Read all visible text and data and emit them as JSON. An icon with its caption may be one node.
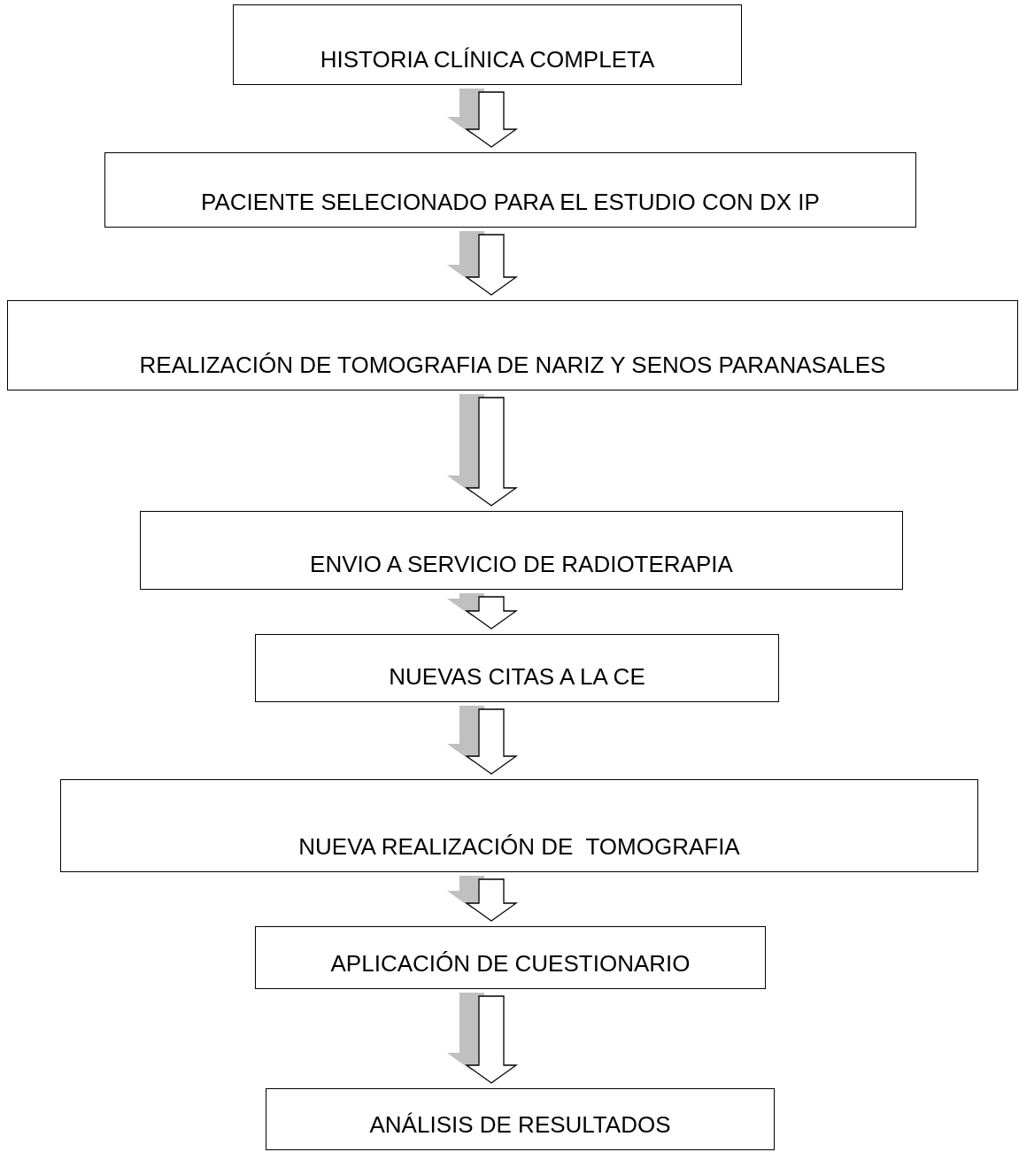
{
  "diagram": {
    "nodes": [
      {
        "text": [
          "HISTORIA CLÍNICA COMPLETA"
        ]
      },
      {
        "text": [
          "PACIENTE SELECIONADO PARA EL ESTUDIO CON DX IP"
        ]
      },
      {
        "text": [
          "REALIZACIÓN DE TOMOGRAFIA DE NARIZ Y SENOS PARANASALES"
        ]
      },
      {
        "text": [
          "ENVIO A SERVICIO DE RADIOTERAPIA"
        ]
      },
      {
        "text": [
          "NUEVAS CITAS A LA CE"
        ]
      },
      {
        "text": [
          "NUEVA REALIZACIÓN DE  TOMOGRAFIA"
        ]
      },
      {
        "text": [
          "APLICACIÓN DE CUESTIONARIO"
        ]
      },
      {
        "text": [
          "ANÁLISIS DE RESULTADOS"
        ]
      }
    ],
    "edges": [
      {
        "from": 0,
        "to": 1,
        "arrow": "to"
      },
      {
        "from": 1,
        "to": 2,
        "arrow": "to"
      },
      {
        "from": 2,
        "to": 3,
        "arrow": "to"
      },
      {
        "from": 3,
        "to": 4,
        "arrow": "to"
      },
      {
        "from": 4,
        "to": 5,
        "arrow": "to"
      },
      {
        "from": 5,
        "to": 6,
        "arrow": "to"
      },
      {
        "from": 6,
        "to": 7,
        "arrow": "to"
      }
    ]
  }
}
